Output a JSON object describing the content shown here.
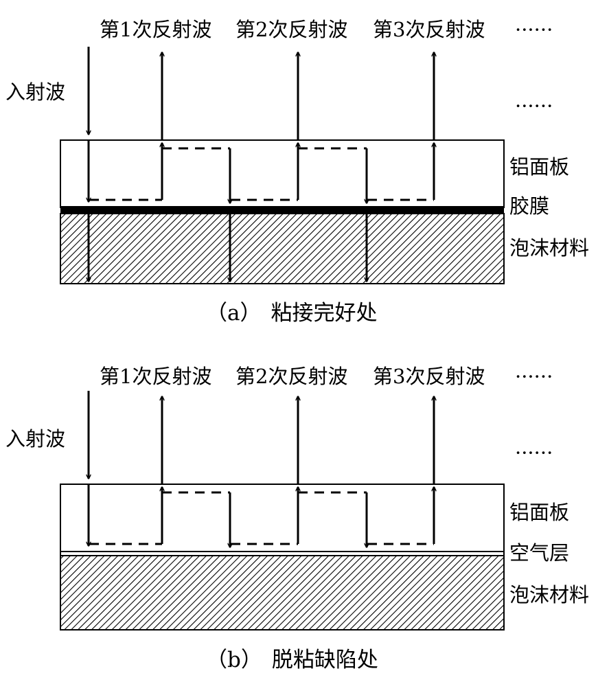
{
  "diagrams": [
    {
      "reflection_labels": [
        "第1次反射波",
        "第2次反射波",
        "第3次反射波"
      ],
      "ellipsis_top": "······",
      "ellipsis_mid": "······",
      "incident_label": "入射波",
      "layer_labels": [
        "铝面板",
        "胶膜",
        "泡沫材料"
      ],
      "caption_index": "（a）",
      "caption_text": "粘接完好处"
    },
    {
      "reflection_labels": [
        "第1次反射波",
        "第2次反射波",
        "第3次反射波"
      ],
      "ellipsis_top": "······",
      "ellipsis_mid": "······",
      "incident_label": "入射波",
      "layer_labels": [
        "铝面板",
        "空气层",
        "泡沫材料"
      ],
      "caption_index": "（b）",
      "caption_text": "脱粘缺陷处"
    }
  ]
}
